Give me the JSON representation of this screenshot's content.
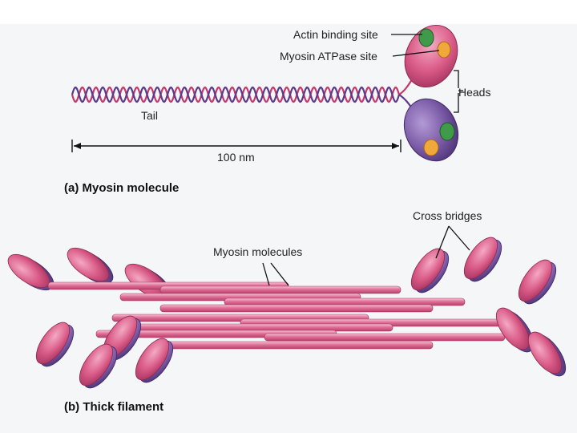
{
  "part_a": {
    "labels": {
      "actin_binding_site": "Actin binding site",
      "myosin_atpase_site": "Myosin ATPase site",
      "heads": "Heads",
      "tail": "Tail",
      "length": "100 nm"
    },
    "caption": "(a) Myosin molecule"
  },
  "part_b": {
    "labels": {
      "cross_bridges": "Cross bridges",
      "myosin_molecules": "Myosin molecules"
    },
    "caption": "(b) Thick filament"
  },
  "colors": {
    "pink": "#d95a86",
    "pink_light": "#f2a6c0",
    "purple": "#7a5aa6",
    "green": "#3f9a4a",
    "orange": "#f0a83a",
    "strand_pink": "#c4386b",
    "strand_purple": "#5a3a8a"
  }
}
